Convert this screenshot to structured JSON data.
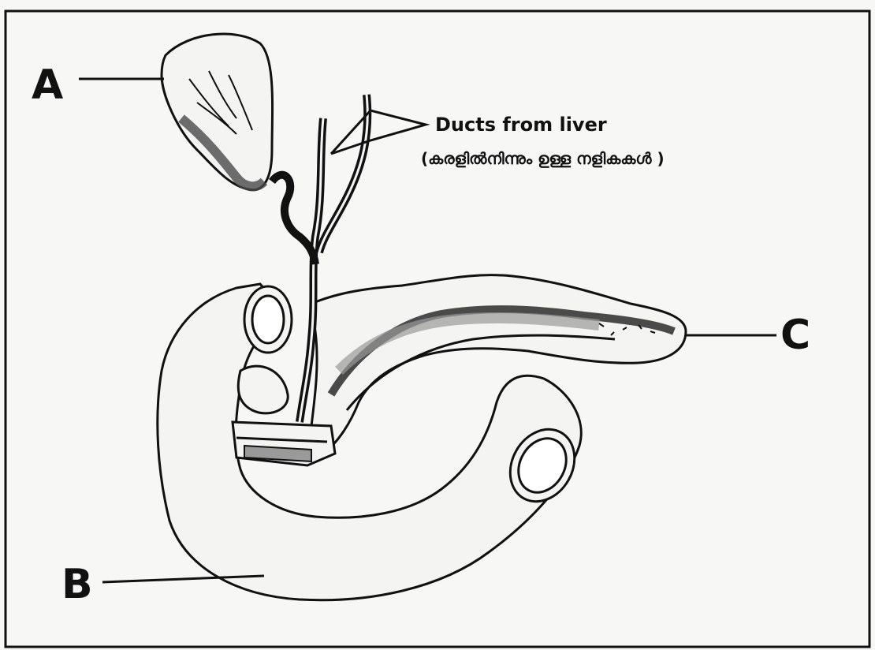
{
  "diagram": {
    "labels": {
      "a": "A",
      "b": "B",
      "c": "C"
    },
    "ducts_label": "Ducts from liver",
    "ducts_label_ml": "(കരളിൽനിന്നും ഉള്ള നളികകൾ )"
  },
  "colors": {
    "background": "#f7f7f5",
    "ink": "#111111",
    "fill_light": "#f4f4f2",
    "fill_dark": "#4a4a4a",
    "fill_mid": "#9a9a9a"
  }
}
